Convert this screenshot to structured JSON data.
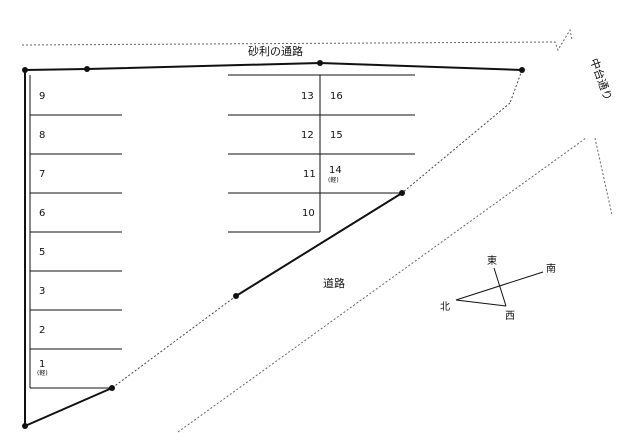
{
  "labels": {
    "gravel_road": "砂利の通路",
    "nakadai_dori": "中台通り",
    "road": "道路"
  },
  "compass": {
    "east": "東",
    "south": "南",
    "north": "北",
    "west": "西"
  },
  "spaces_left": [
    {
      "number": "9",
      "note": ""
    },
    {
      "number": "8",
      "note": ""
    },
    {
      "number": "7",
      "note": ""
    },
    {
      "number": "6",
      "note": ""
    },
    {
      "number": "5",
      "note": ""
    },
    {
      "number": "3",
      "note": ""
    },
    {
      "number": "2",
      "note": ""
    },
    {
      "number": "1",
      "note": "(軽)"
    }
  ],
  "spaces_mid_left": [
    {
      "number": "13"
    },
    {
      "number": "12"
    },
    {
      "number": "11"
    },
    {
      "number": "10"
    }
  ],
  "spaces_mid_right": [
    {
      "number": "16",
      "note": ""
    },
    {
      "number": "15",
      "note": ""
    },
    {
      "number": "14",
      "note": "(軽)"
    }
  ],
  "colors": {
    "line": "#111111",
    "dotted": "#555555"
  }
}
